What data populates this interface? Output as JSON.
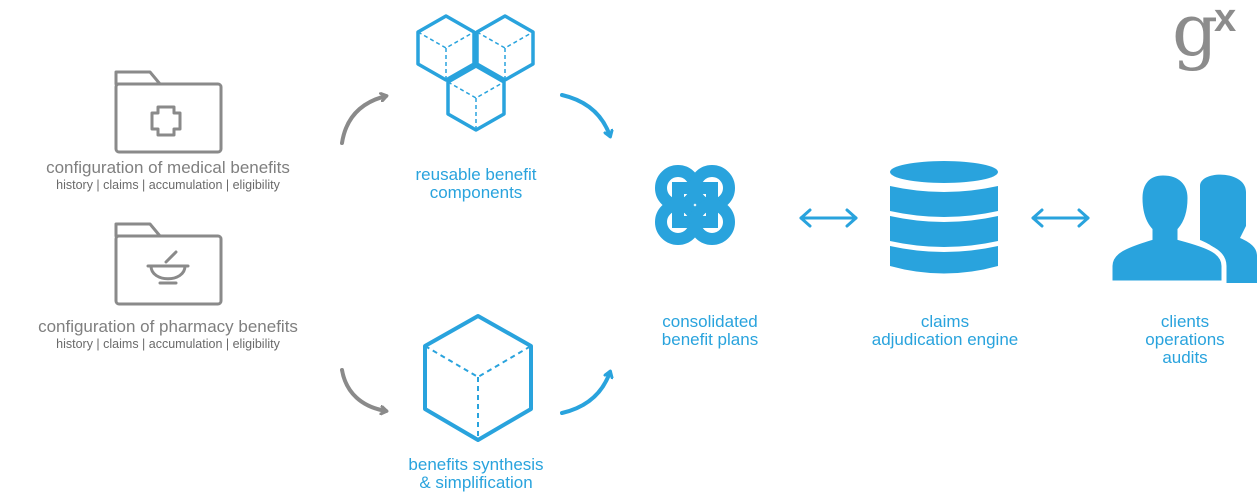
{
  "logo": {
    "mark": "g",
    "suffix": "x"
  },
  "sources": [
    {
      "title": "configuration of medical benefits",
      "subtitle": "history | claims | accumulation | eligibility",
      "icon": "medical-folder-icon"
    },
    {
      "title": "configuration of pharmacy benefits",
      "subtitle": "history | claims | accumulation | eligibility",
      "icon": "pharmacy-folder-icon"
    }
  ],
  "components": {
    "reusable": [
      "reusable benefit",
      "components"
    ],
    "synthesis": [
      "benefits synthesis",
      "& simplification"
    ]
  },
  "plans": [
    "consolidated",
    "benefit plans"
  ],
  "engine": [
    "claims",
    "adjudication engine"
  ],
  "clients": [
    "clients",
    "operations",
    "audits"
  ],
  "colors": {
    "accent": "#29a3dd",
    "gray": "#8a8a8a"
  }
}
